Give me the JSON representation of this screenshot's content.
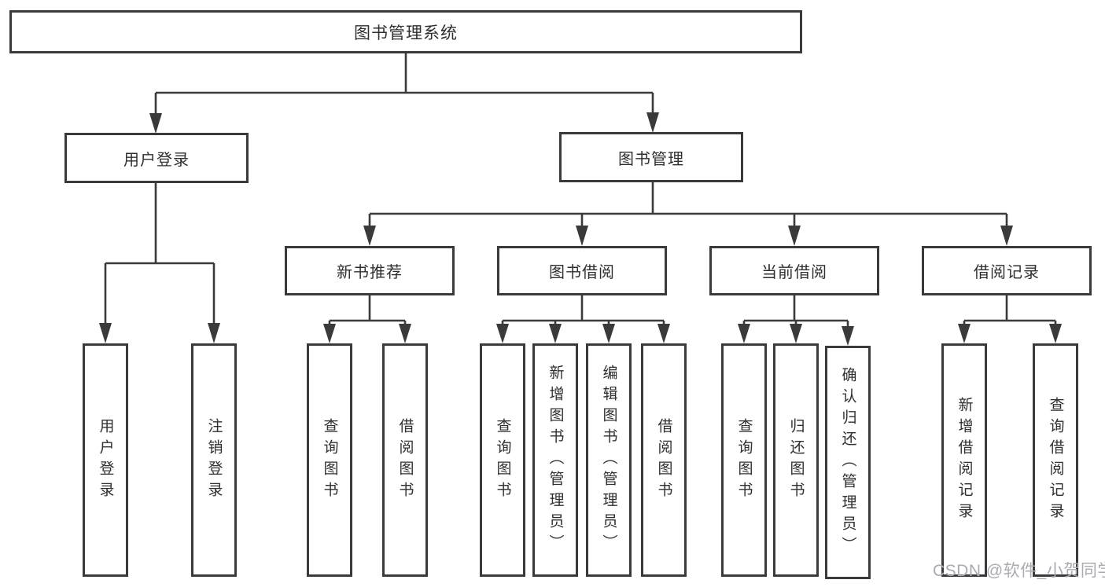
{
  "diagram": {
    "type": "hierarchy-tree",
    "title": "图书管理系统",
    "nodes": {
      "root": "图书管理系统",
      "level2": {
        "user_login": "用户登录",
        "book_mgmt": "图书管理"
      },
      "level3": {
        "new_book_rec": "新书推荐",
        "book_borrow": "图书借阅",
        "current_borrow": "当前借阅",
        "borrow_records": "借阅记录"
      },
      "user_login_children": [
        "用户登录",
        "注销登录"
      ],
      "new_book_rec_children": [
        "查询图书",
        "借阅图书"
      ],
      "book_borrow_children": [
        "查询图书",
        "新增图书（管理员）",
        "编辑图书（管理员）",
        "借阅图书"
      ],
      "current_borrow_children": [
        "查询图书",
        "归还图书",
        "确认归还（管理员）"
      ],
      "borrow_records_children": [
        "新增借阅记录",
        "查询借阅记录"
      ]
    },
    "watermark": "CSDN @软件_小贺同学",
    "colors": {
      "line": "#3a3a3a",
      "text": "#2f2f2f",
      "background": "#ffffff",
      "watermark": "#a9abb3"
    }
  }
}
